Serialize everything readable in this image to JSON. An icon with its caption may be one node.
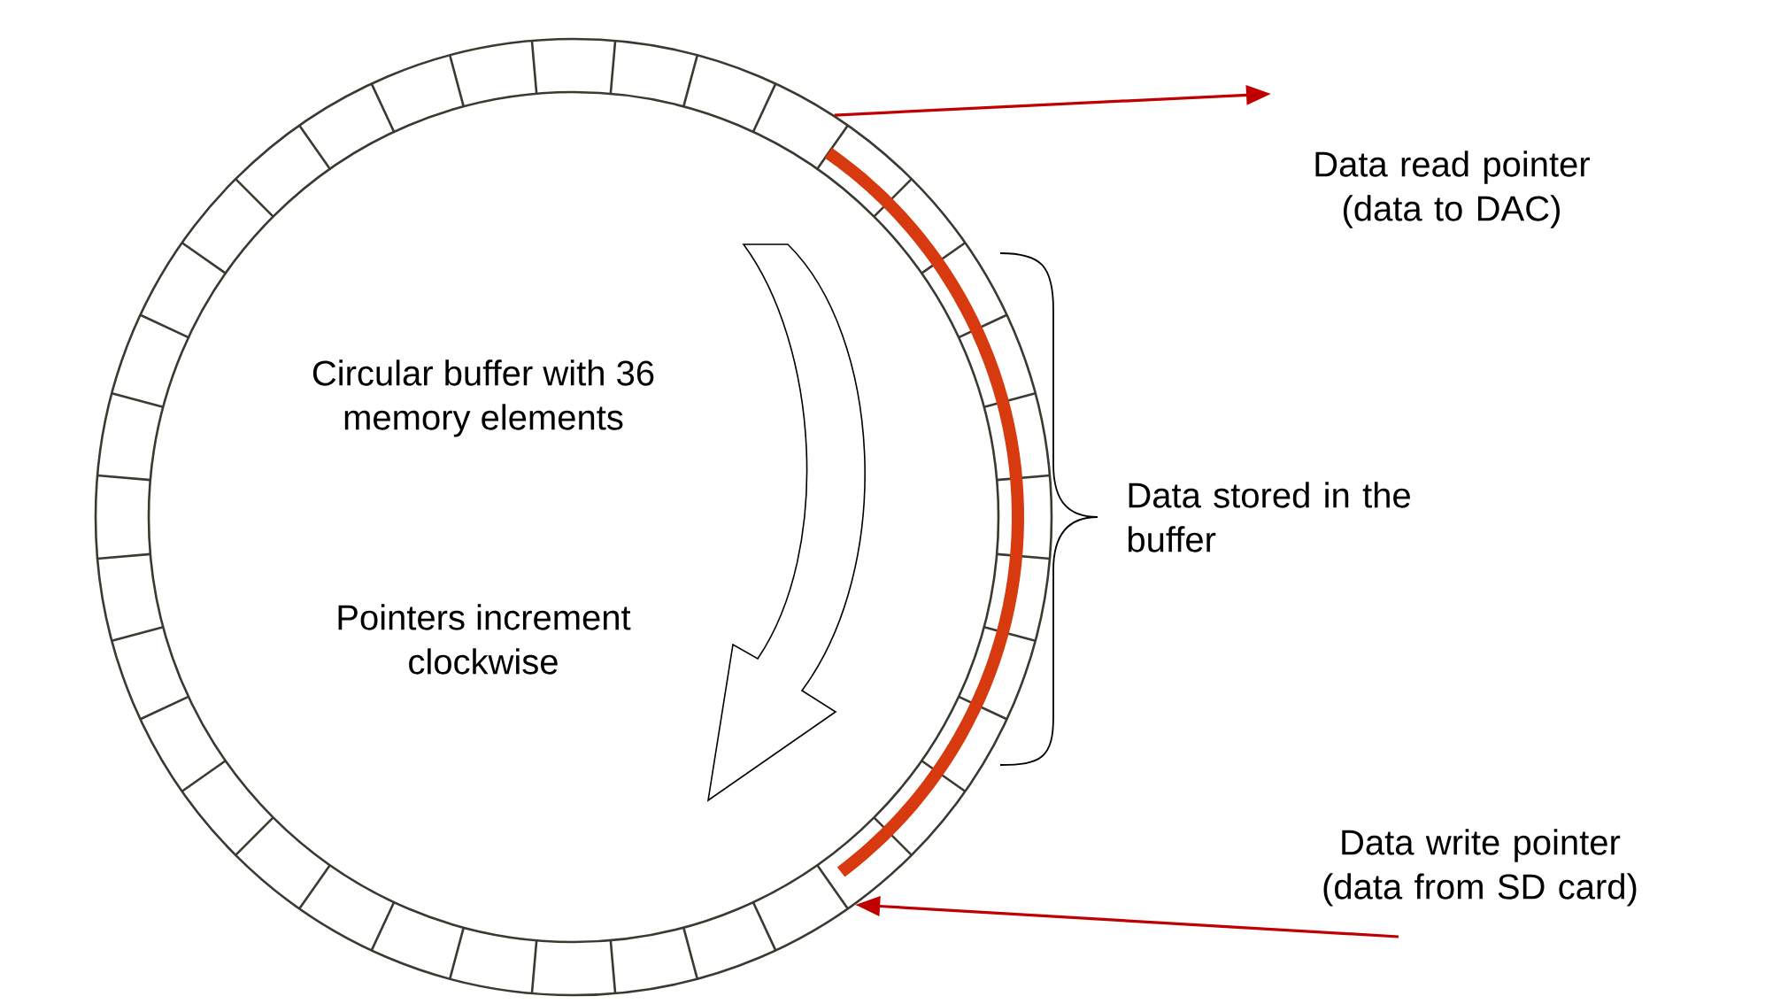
{
  "diagram": {
    "nodes": [
      {
        "text": [
          "Circular buffer with 36 memory elements",
          "Pointers increment clockwise"
        ]
      },
      {
        "text": [
          "Data read pointer (data to DAC)"
        ]
      },
      {
        "text": [
          "Data write pointer (data from SD card)"
        ]
      }
    ],
    "edges": [
      {
        "from": 0,
        "to": 1,
        "arrow": "to"
      },
      {
        "from": 2,
        "to": 0,
        "arrow": "to"
      }
    ],
    "labels": [
      "Data stored in the buffer"
    ]
  }
}
